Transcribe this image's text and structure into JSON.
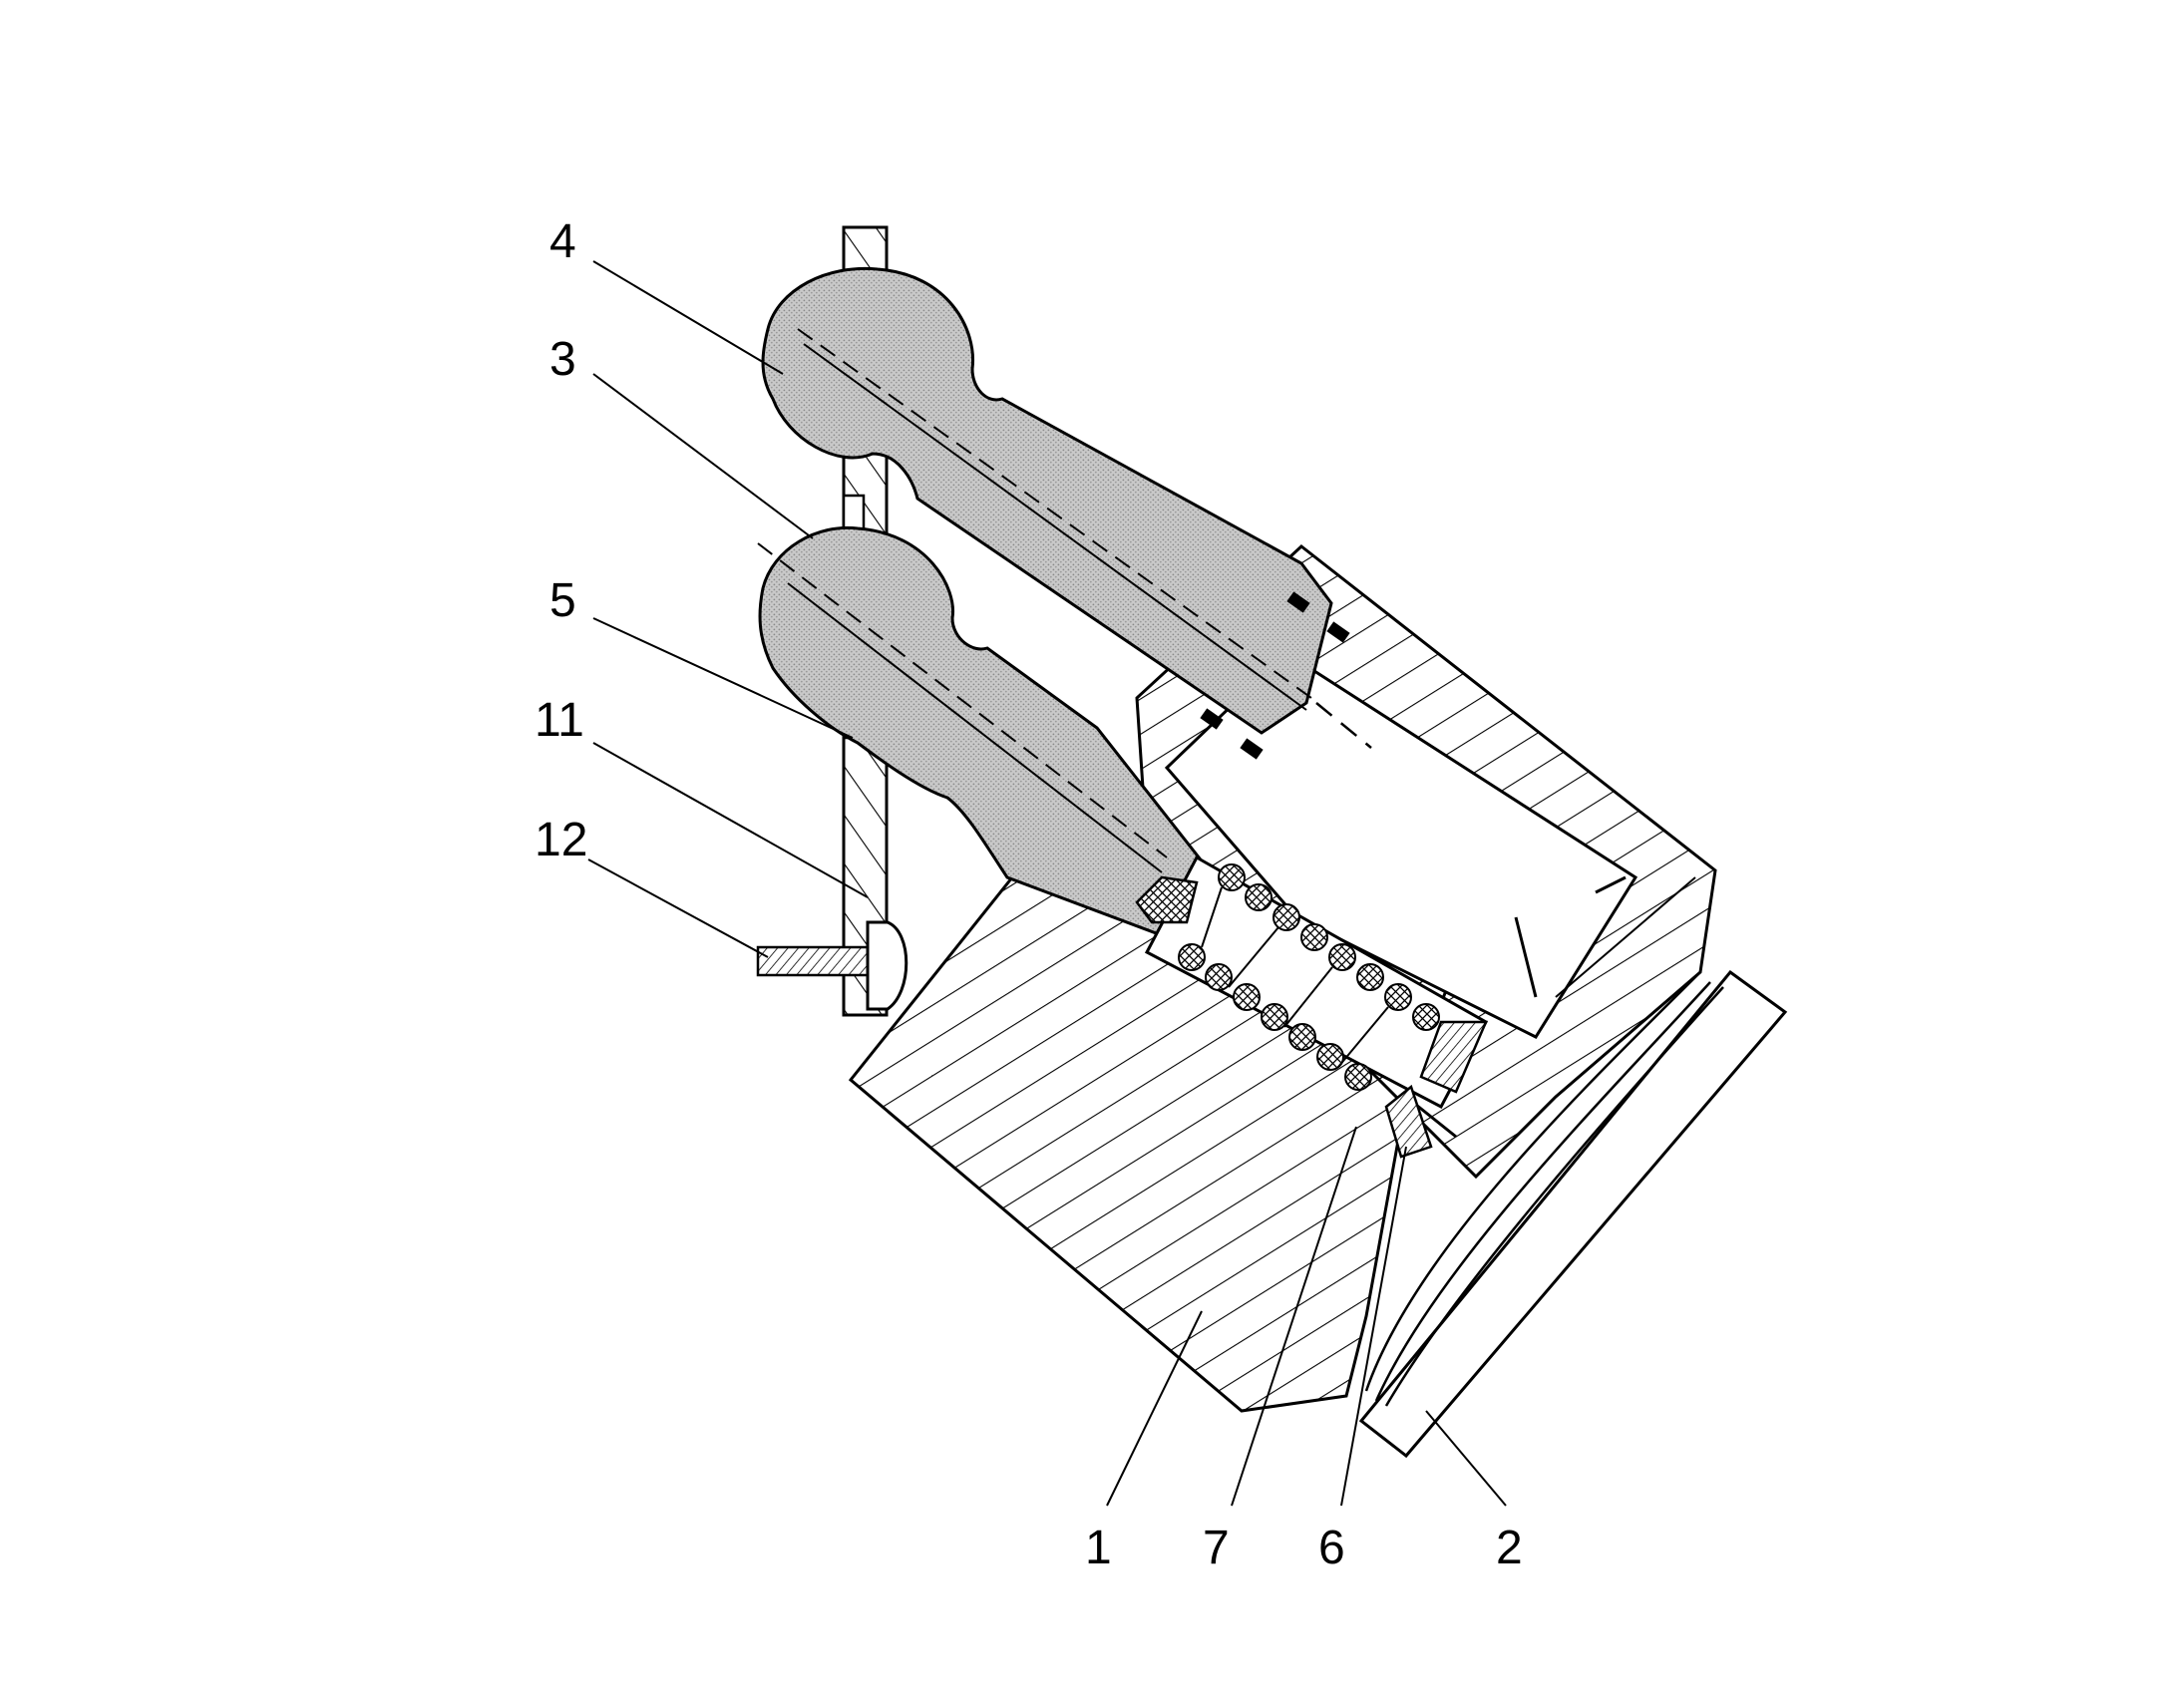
{
  "labels": {
    "l4": "4",
    "l3": "3",
    "l5": "5",
    "l11": "11",
    "l12": "12",
    "l1": "1",
    "l7": "7",
    "l6": "6",
    "l2": "2"
  }
}
